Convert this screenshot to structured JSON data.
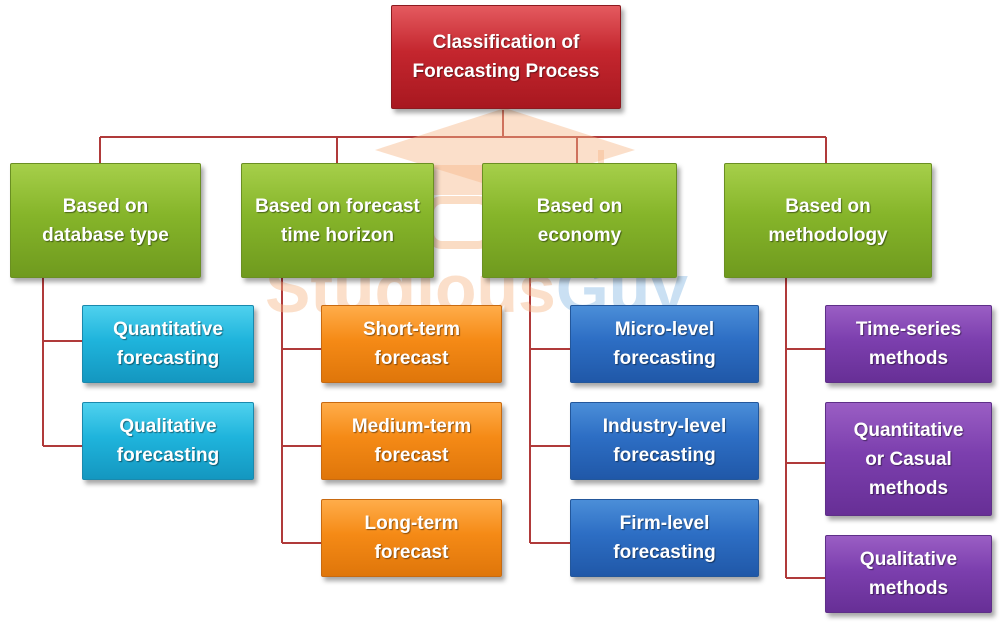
{
  "root": {
    "label": "Classification of\nForecasting  Process"
  },
  "categories": [
    {
      "label": "Based on\ndatabase type",
      "items": [
        "Quantitative\nforecasting",
        "Qualitative\nforecasting"
      ]
    },
    {
      "label": "Based on forecast\ntime horizon",
      "items": [
        "Short-term\nforecast",
        "Medium-term\nforecast",
        "Long-term\nforecast"
      ]
    },
    {
      "label": "Based on\neconomy",
      "items": [
        "Micro-level\nforecasting",
        "Industry-level\nforecasting",
        "Firm-level\nforecasting"
      ]
    },
    {
      "label": "Based on\nmethodology",
      "items": [
        "Time-series\nmethods",
        "Quantitative\nor Casual\nmethods",
        "Qualitative\nmethods"
      ]
    }
  ],
  "watermark": {
    "text": "StudiousGuy",
    "icon": "graduation-cap-glasses-icon"
  },
  "colors": {
    "connector": "#b03a3a",
    "root": "#c4262e",
    "category": "#86b52a",
    "database": "#1fb4dc",
    "horizon": "#f58a16",
    "economy": "#2d6ec4",
    "methodology": "#7c3fae"
  }
}
